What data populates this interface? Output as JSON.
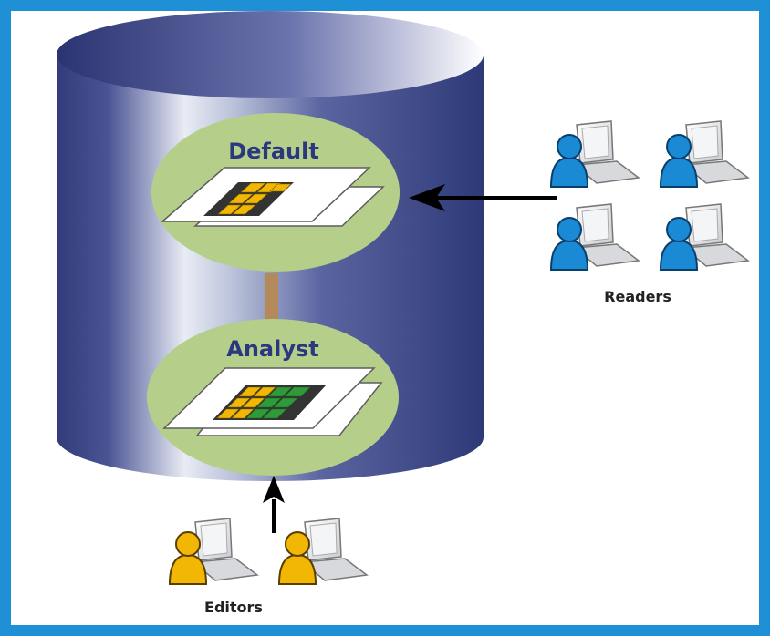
{
  "versions": {
    "default_label": "Default",
    "analyst_label": "Analyst"
  },
  "groups": {
    "readers_label": "Readers",
    "editors_label": "Editors"
  },
  "colors": {
    "frame": "#1f8fd6",
    "cylinder_dark": "#2e3a78",
    "version_fill": "#b5cf8a",
    "version_text": "#2b3880",
    "reader_user": "#1a8ad4",
    "editor_user": "#f2b705",
    "parcel_yellow": "#f2b705",
    "parcel_green": "#2f9a3a",
    "connector": "#b48a5a"
  },
  "icons": [
    "user-laptop-icon",
    "arrow-left-icon",
    "arrow-up-icon",
    "map-layers-icon"
  ]
}
